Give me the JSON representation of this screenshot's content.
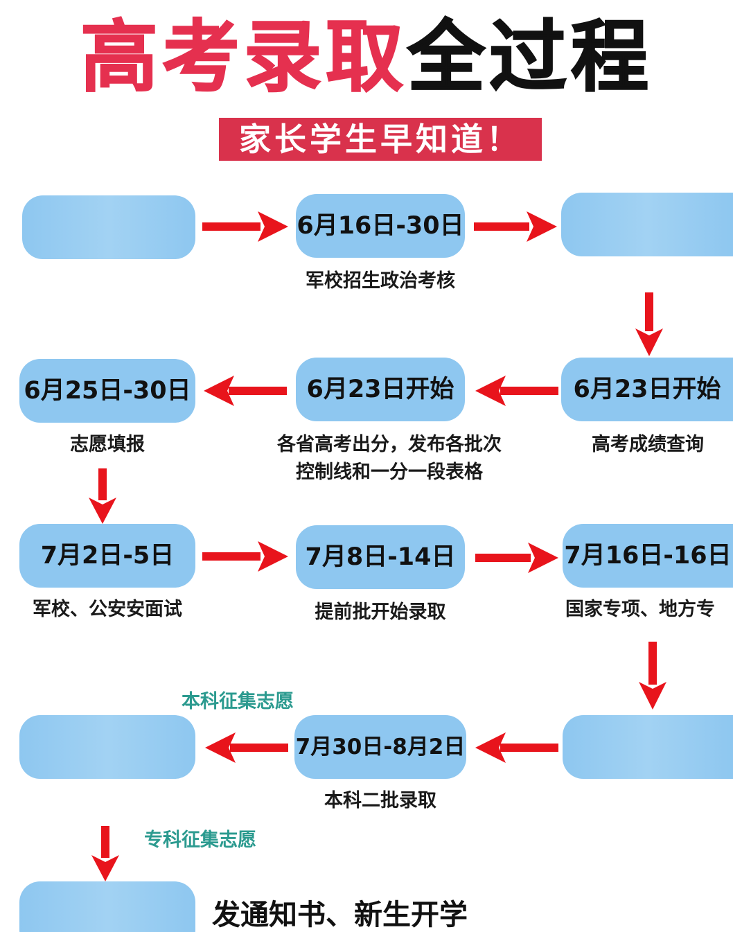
{
  "title": {
    "red": "高考录取",
    "black": "全过程"
  },
  "subtitle": "家长学生早知道！",
  "accent_colors": {
    "title_red": "#e5304f",
    "title_black": "#111111",
    "banner_red": "#d9324c",
    "pill_blue": "#8ec7f0",
    "arrow_red": "#e8141c",
    "teal": "#2b9a8f"
  },
  "row1": {
    "left_pill": "",
    "center_pill": "6月16日-30日",
    "center_label": "军校招生政治考核",
    "right_pill": ""
  },
  "row2": {
    "left_pill": "6月25日-30日",
    "left_label": "志愿填报",
    "center_pill": "6月23日开始",
    "center_label_line1": "各省高考出分，发布各批次",
    "center_label_line2": "控制线和一分一段表格",
    "right_pill": "6月23日开始",
    "right_label": "高考成绩查询"
  },
  "row3": {
    "left_pill": "7月2日-5日",
    "left_label": "军校、公安安面试",
    "center_pill": "7月8日-14日",
    "center_label": "提前批开始录取",
    "right_pill": "7月16日-16日",
    "right_label": "国家专项、地方专"
  },
  "row4": {
    "note": "本科征集志愿",
    "left_pill": "",
    "center_pill": "7月30日-8月2日",
    "center_label": "本科二批录取",
    "right_pill": ""
  },
  "row5": {
    "note": "专科征集志愿",
    "left_pill": "",
    "final_text": "发通知书、新生开学"
  }
}
